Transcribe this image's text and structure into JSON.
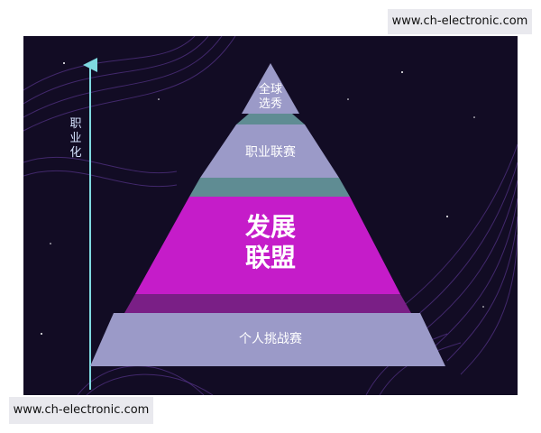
{
  "watermark_top": "www.ch-electronic.com",
  "watermark_bottom": "www.ch-electronic.com",
  "axis": {
    "label_lines": [
      "职",
      "业",
      "化"
    ]
  },
  "pyramid": {
    "tier1": {
      "line1": "全球",
      "line2": "选秀"
    },
    "tier2": {
      "label": "职业联赛"
    },
    "tier3": {
      "line1": "发展",
      "line2": "联盟"
    },
    "tier4": {
      "label": "个人挑战赛"
    }
  },
  "colors": {
    "background": "#120c24",
    "tier_light": "#9b9ac8",
    "tier_highlight": "#c51cc9",
    "connector": "#5f8c93",
    "axis": "#7fd9e0"
  }
}
